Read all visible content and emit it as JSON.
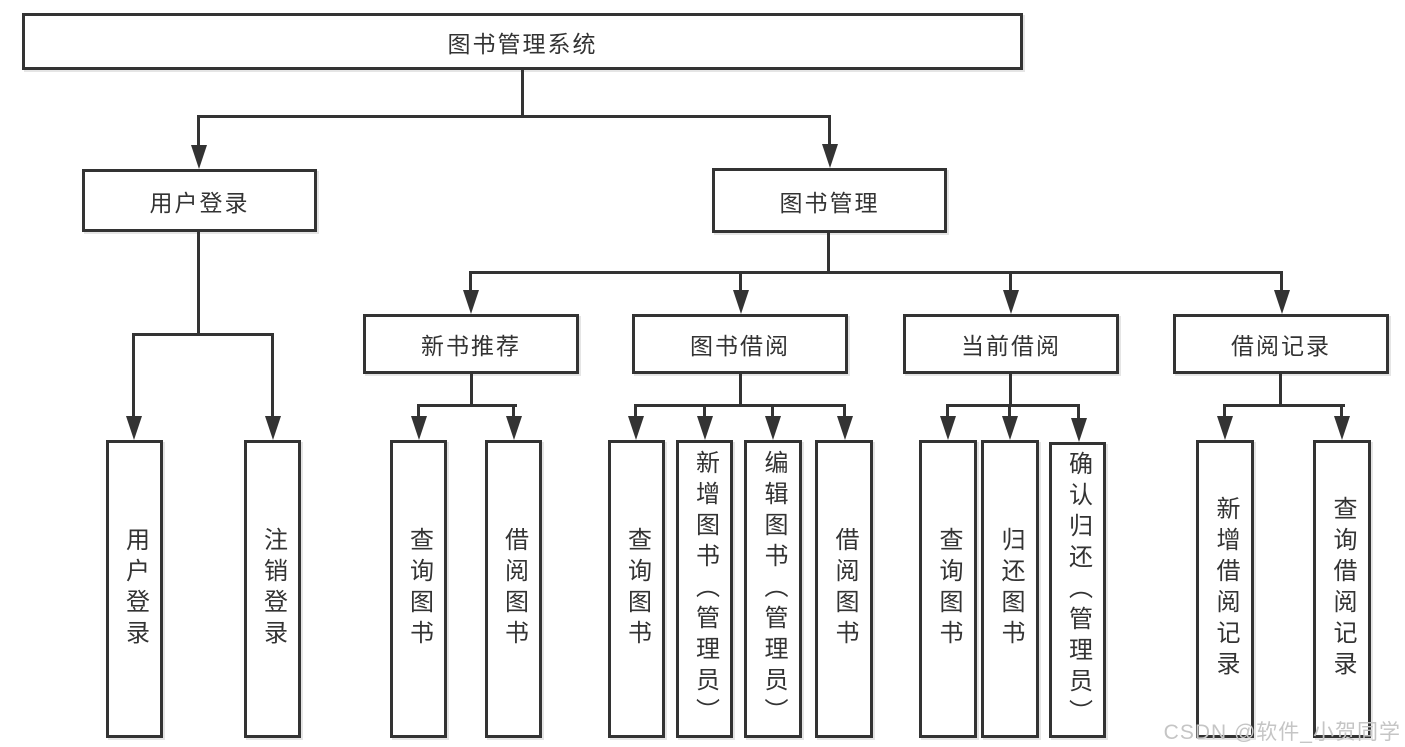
{
  "diagram": {
    "title": "图书管理系统",
    "colors": {
      "line": "#333333",
      "text": "#333333",
      "background": "#ffffff",
      "watermark": "#c5c5c5"
    },
    "nodes": {
      "root": {
        "label": "图书管理系统"
      },
      "user_login": {
        "label": "用户登录"
      },
      "book_mgmt": {
        "label": "图书管理"
      },
      "new_book_rec": {
        "label": "新书推荐"
      },
      "book_borrow": {
        "label": "图书借阅"
      },
      "current_borrow": {
        "label": "当前借阅"
      },
      "borrow_record": {
        "label": "借阅记录"
      },
      "leaf_user_login": {
        "label": "用户登录"
      },
      "leaf_logout": {
        "label": "注销登录"
      },
      "leaf_query_books_1": {
        "label": "查询图书"
      },
      "leaf_borrow_books_1": {
        "label": "借阅图书"
      },
      "leaf_query_books_2": {
        "label": "查询图书"
      },
      "leaf_add_books_admin": {
        "label": "新增图书（管理员）"
      },
      "leaf_edit_books_admin": {
        "label": "编辑图书（管理员）"
      },
      "leaf_borrow_books_2": {
        "label": "借阅图书"
      },
      "leaf_query_books_3": {
        "label": "查询图书"
      },
      "leaf_return_books": {
        "label": "归还图书"
      },
      "leaf_confirm_return_admin": {
        "label": "确认归还（管理员）"
      },
      "leaf_add_borrow_record": {
        "label": "新增借阅记录"
      },
      "leaf_query_borrow_record": {
        "label": "查询借阅记录"
      }
    },
    "tree": [
      {
        "label": "图书管理系统",
        "children": [
          {
            "label": "用户登录",
            "children": [
              {
                "label": "用户登录"
              },
              {
                "label": "注销登录"
              }
            ]
          },
          {
            "label": "图书管理",
            "children": [
              {
                "label": "新书推荐",
                "children": [
                  {
                    "label": "查询图书"
                  },
                  {
                    "label": "借阅图书"
                  }
                ]
              },
              {
                "label": "图书借阅",
                "children": [
                  {
                    "label": "查询图书"
                  },
                  {
                    "label": "新增图书（管理员）"
                  },
                  {
                    "label": "编辑图书（管理员）"
                  },
                  {
                    "label": "借阅图书"
                  }
                ]
              },
              {
                "label": "当前借阅",
                "children": [
                  {
                    "label": "查询图书"
                  },
                  {
                    "label": "归还图书"
                  },
                  {
                    "label": "确认归还（管理员）"
                  }
                ]
              },
              {
                "label": "借阅记录",
                "children": [
                  {
                    "label": "新增借阅记录"
                  },
                  {
                    "label": "查询借阅记录"
                  }
                ]
              }
            ]
          }
        ]
      }
    ]
  },
  "watermark": {
    "text": "CSDN @软件_小贺同学"
  }
}
